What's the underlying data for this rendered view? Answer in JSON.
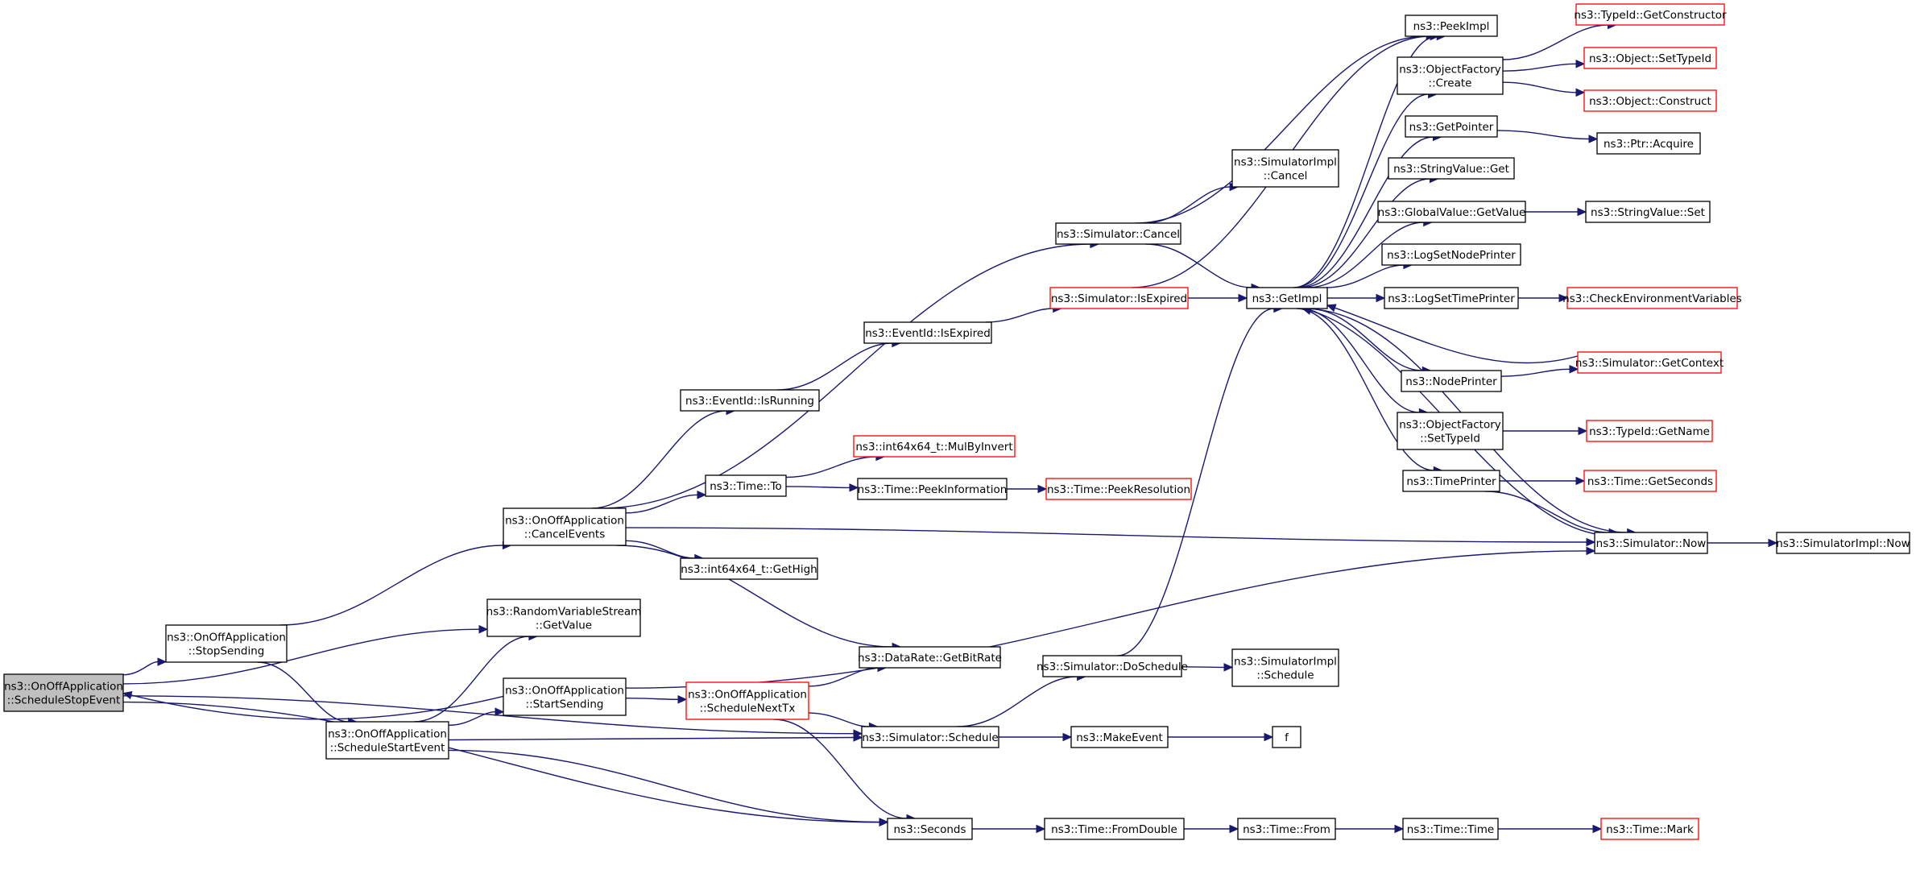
{
  "colors": {
    "edge": "#191970",
    "node_border": "#000000",
    "node_border_unresolved": "#ff0000",
    "root_fill": "#bfbfbf"
  },
  "nodes": [
    {
      "id": "root",
      "lines": [
        "ns3::OnOffApplication",
        "::ScheduleStopEvent"
      ],
      "style": "root"
    },
    {
      "id": "stopSending",
      "lines": [
        "ns3::OnOffApplication",
        "::StopSending"
      ]
    },
    {
      "id": "scheduleStartEvent",
      "lines": [
        "ns3::OnOffApplication",
        "::ScheduleStartEvent"
      ]
    },
    {
      "id": "rvsGetValue",
      "lines": [
        "ns3::RandomVariableStream",
        "::GetValue"
      ]
    },
    {
      "id": "startSending",
      "lines": [
        "ns3::OnOffApplication",
        "::StartSending"
      ]
    },
    {
      "id": "cancelEvents",
      "lines": [
        "ns3::OnOffApplication",
        "::CancelEvents"
      ]
    },
    {
      "id": "scheduleNextTx",
      "lines": [
        "ns3::OnOffApplication",
        "::ScheduleNextTx"
      ],
      "style": "red"
    },
    {
      "id": "eventIdIsRunning",
      "lines": [
        "ns3::EventId::IsRunning"
      ]
    },
    {
      "id": "timeTo",
      "lines": [
        "ns3::Time::To"
      ]
    },
    {
      "id": "int64GetHigh",
      "lines": [
        "ns3::int64x64_t::GetHigh"
      ]
    },
    {
      "id": "dataRateGetBitRate",
      "lines": [
        "ns3::DataRate::GetBitRate"
      ]
    },
    {
      "id": "simSchedule",
      "lines": [
        "ns3::Simulator::Schedule"
      ]
    },
    {
      "id": "seconds",
      "lines": [
        "ns3::Seconds"
      ]
    },
    {
      "id": "eventIdIsExpired",
      "lines": [
        "ns3::EventId::IsExpired"
      ]
    },
    {
      "id": "mulByInvert",
      "lines": [
        "ns3::int64x64_t::MulByInvert"
      ],
      "style": "red"
    },
    {
      "id": "peekInformation",
      "lines": [
        "ns3::Time::PeekInformation"
      ]
    },
    {
      "id": "simCancel",
      "lines": [
        "ns3::Simulator::Cancel"
      ]
    },
    {
      "id": "simIsExpired",
      "lines": [
        "ns3::Simulator::IsExpired"
      ],
      "style": "red"
    },
    {
      "id": "peekResolution",
      "lines": [
        "ns3::Time::PeekResolution"
      ],
      "style": "red"
    },
    {
      "id": "simDoSchedule",
      "lines": [
        "ns3::Simulator::DoSchedule"
      ]
    },
    {
      "id": "makeEvent",
      "lines": [
        "ns3::MakeEvent"
      ]
    },
    {
      "id": "fromDouble",
      "lines": [
        "ns3::Time::FromDouble"
      ]
    },
    {
      "id": "simImplCancel",
      "lines": [
        "ns3::SimulatorImpl",
        "::Cancel"
      ]
    },
    {
      "id": "getImpl",
      "lines": [
        "ns3::GetImpl"
      ]
    },
    {
      "id": "simImplSchedule",
      "lines": [
        "ns3::SimulatorImpl",
        "::Schedule"
      ]
    },
    {
      "id": "f",
      "lines": [
        "f"
      ]
    },
    {
      "id": "timeFrom",
      "lines": [
        "ns3::Time::From"
      ]
    },
    {
      "id": "peekImpl",
      "lines": [
        "ns3::PeekImpl"
      ]
    },
    {
      "id": "objFactoryCreate",
      "lines": [
        "ns3::ObjectFactory",
        "::Create"
      ]
    },
    {
      "id": "getPointer",
      "lines": [
        "ns3::GetPointer"
      ]
    },
    {
      "id": "stringValueGet",
      "lines": [
        "ns3::StringValue::Get"
      ]
    },
    {
      "id": "globalValueGetValue",
      "lines": [
        "ns3::GlobalValue::GetValue"
      ]
    },
    {
      "id": "logSetNodePrinter",
      "lines": [
        "ns3::LogSetNodePrinter"
      ]
    },
    {
      "id": "logSetTimePrinter",
      "lines": [
        "ns3::LogSetTimePrinter"
      ]
    },
    {
      "id": "nodePrinter",
      "lines": [
        "ns3::NodePrinter"
      ]
    },
    {
      "id": "objFactorySetTypeId",
      "lines": [
        "ns3::ObjectFactory",
        "::SetTypeId"
      ]
    },
    {
      "id": "timePrinter",
      "lines": [
        "ns3::TimePrinter"
      ]
    },
    {
      "id": "timeTime",
      "lines": [
        "ns3::Time::Time"
      ]
    },
    {
      "id": "typeIdGetConstructor",
      "lines": [
        "ns3::TypeId::GetConstructor"
      ],
      "style": "red"
    },
    {
      "id": "objectSetTypeId",
      "lines": [
        "ns3::Object::SetTypeId"
      ],
      "style": "red"
    },
    {
      "id": "objectConstruct",
      "lines": [
        "ns3::Object::Construct"
      ],
      "style": "red"
    },
    {
      "id": "ptrAcquire",
      "lines": [
        "ns3::Ptr::Acquire"
      ]
    },
    {
      "id": "stringValueSet",
      "lines": [
        "ns3::StringValue::Set"
      ]
    },
    {
      "id": "checkEnvVars",
      "lines": [
        "ns3::CheckEnvironmentVariables"
      ],
      "style": "red"
    },
    {
      "id": "simGetContext",
      "lines": [
        "ns3::Simulator::GetContext"
      ],
      "style": "red"
    },
    {
      "id": "typeIdGetName",
      "lines": [
        "ns3::TypeId::GetName"
      ],
      "style": "red"
    },
    {
      "id": "timeGetSeconds",
      "lines": [
        "ns3::Time::GetSeconds"
      ],
      "style": "red"
    },
    {
      "id": "simNow",
      "lines": [
        "ns3::Simulator::Now"
      ]
    },
    {
      "id": "timeMark",
      "lines": [
        "ns3::Time::Mark"
      ],
      "style": "red"
    },
    {
      "id": "simImplNow",
      "lines": [
        "ns3::SimulatorImpl::Now"
      ]
    }
  ],
  "edges": [
    [
      "root",
      "stopSending"
    ],
    [
      "root",
      "rvsGetValue"
    ],
    [
      "root",
      "simSchedule"
    ],
    [
      "root",
      "seconds"
    ],
    [
      "stopSending",
      "cancelEvents"
    ],
    [
      "stopSending",
      "scheduleStartEvent"
    ],
    [
      "scheduleStartEvent",
      "rvsGetValue"
    ],
    [
      "scheduleStartEvent",
      "startSending"
    ],
    [
      "scheduleStartEvent",
      "simSchedule"
    ],
    [
      "scheduleStartEvent",
      "seconds"
    ],
    [
      "startSending",
      "root"
    ],
    [
      "startSending",
      "scheduleNextTx"
    ],
    [
      "startSending",
      "simNow"
    ],
    [
      "cancelEvents",
      "simCancel"
    ],
    [
      "cancelEvents",
      "eventIdIsRunning"
    ],
    [
      "cancelEvents",
      "timeTo"
    ],
    [
      "cancelEvents",
      "int64GetHigh"
    ],
    [
      "cancelEvents",
      "dataRateGetBitRate"
    ],
    [
      "cancelEvents",
      "simNow"
    ],
    [
      "scheduleNextTx",
      "dataRateGetBitRate"
    ],
    [
      "scheduleNextTx",
      "simSchedule"
    ],
    [
      "scheduleNextTx",
      "seconds"
    ],
    [
      "eventIdIsRunning",
      "eventIdIsExpired"
    ],
    [
      "eventIdIsExpired",
      "simIsExpired"
    ],
    [
      "timeTo",
      "mulByInvert"
    ],
    [
      "timeTo",
      "peekInformation"
    ],
    [
      "peekInformation",
      "peekResolution"
    ],
    [
      "simSchedule",
      "simDoSchedule"
    ],
    [
      "simSchedule",
      "makeEvent"
    ],
    [
      "seconds",
      "fromDouble"
    ],
    [
      "fromDouble",
      "timeFrom"
    ],
    [
      "timeFrom",
      "timeTime"
    ],
    [
      "timeTime",
      "timeMark"
    ],
    [
      "simDoSchedule",
      "getImpl"
    ],
    [
      "simDoSchedule",
      "simImplSchedule"
    ],
    [
      "makeEvent",
      "f"
    ],
    [
      "simCancel",
      "simImplCancel"
    ],
    [
      "simCancel",
      "peekImpl"
    ],
    [
      "simCancel",
      "getImpl"
    ],
    [
      "simIsExpired",
      "getImpl"
    ],
    [
      "simIsExpired",
      "peekImpl"
    ],
    [
      "getImpl",
      "peekImpl"
    ],
    [
      "getImpl",
      "objFactoryCreate"
    ],
    [
      "getImpl",
      "getPointer"
    ],
    [
      "getImpl",
      "stringValueGet"
    ],
    [
      "getImpl",
      "globalValueGetValue"
    ],
    [
      "getImpl",
      "logSetNodePrinter"
    ],
    [
      "getImpl",
      "logSetTimePrinter"
    ],
    [
      "getImpl",
      "nodePrinter"
    ],
    [
      "getImpl",
      "objFactorySetTypeId"
    ],
    [
      "getImpl",
      "timePrinter"
    ],
    [
      "getImpl",
      "simNow"
    ],
    [
      "objFactoryCreate",
      "typeIdGetConstructor"
    ],
    [
      "objFactoryCreate",
      "objectSetTypeId"
    ],
    [
      "objFactoryCreate",
      "objectConstruct"
    ],
    [
      "getPointer",
      "ptrAcquire"
    ],
    [
      "globalValueGetValue",
      "stringValueSet"
    ],
    [
      "logSetTimePrinter",
      "checkEnvVars"
    ],
    [
      "nodePrinter",
      "simGetContext"
    ],
    [
      "simGetContext",
      "getImpl"
    ],
    [
      "objFactorySetTypeId",
      "typeIdGetName"
    ],
    [
      "timePrinter",
      "timeGetSeconds"
    ],
    [
      "timePrinter",
      "simNow"
    ],
    [
      "simNow",
      "getImpl"
    ],
    [
      "simNow",
      "simImplNow"
    ]
  ]
}
